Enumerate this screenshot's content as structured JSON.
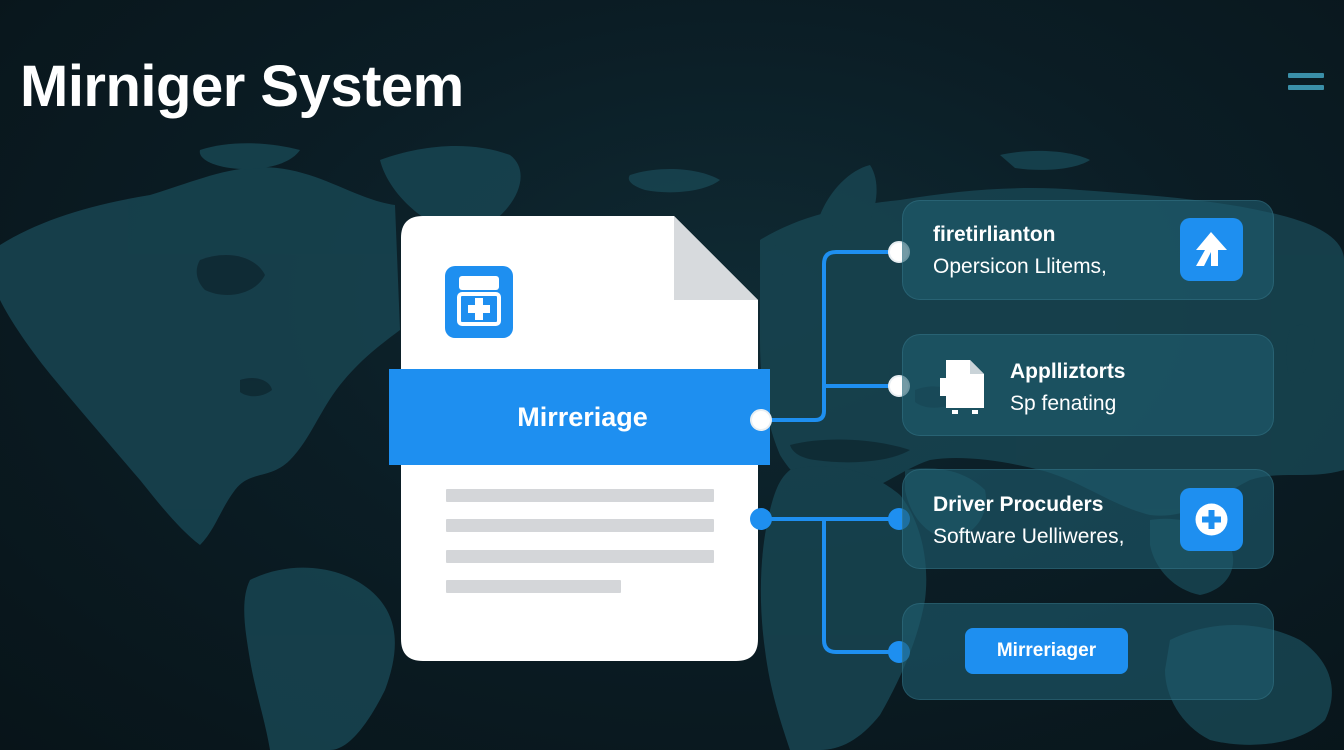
{
  "title": "Mirniger System",
  "icons": {
    "menu": "hamburger-menu-icon",
    "document": "medical-document-icon",
    "panel1": "up-arrow-icon",
    "panel2": "document-icon",
    "panel3": "plus-circle-icon"
  },
  "colors": {
    "accent": "#1e8ff0",
    "background": "#0b1d25",
    "map": "#1d4f5c",
    "panel": "#1e5c6e",
    "document": "#ffffff"
  },
  "document": {
    "banner_label": "Mirreriage"
  },
  "panels": [
    {
      "title": "firetirlianton",
      "subtitle": "Opersicon Llitems,"
    },
    {
      "title": "Applliztorts",
      "subtitle": "Sp fenating"
    },
    {
      "title": "Driver Procuders",
      "subtitle": "Software Uelliweres,"
    },
    {
      "button_label": "Mirreriager"
    }
  ]
}
